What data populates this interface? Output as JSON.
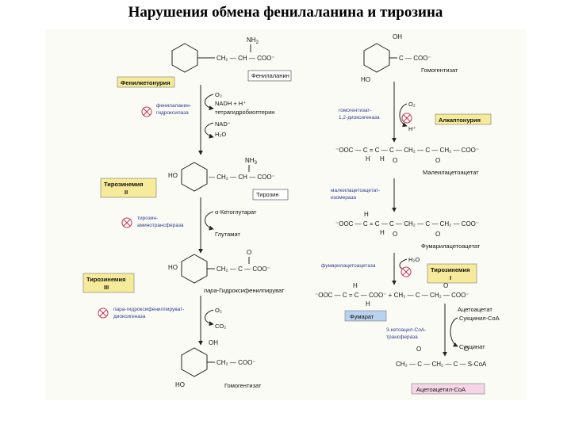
{
  "title": "Нарушения обмена фенилаланина и тирозина",
  "colors": {
    "disease_box": "#f6eb9a",
    "fumarate_box": "#b9d2ef",
    "acetoacetyl_box": "#f6d6e6",
    "enzyme_text": "#2e3d8c",
    "block_symbol": "#c4314b"
  },
  "left": {
    "phe": {
      "nh": "NH",
      "nh_sub": "2",
      "chain": "CH₂ — CH — COO⁻",
      "name": "Фенилаланин"
    },
    "pku": {
      "disease": "Фенилкетонурия",
      "enzyme_1": "фенилаланин-",
      "enzyme_2": "гидроксилаза"
    },
    "step1": {
      "o2": "O₂",
      "nadh": "NADH + H⁺",
      "thb": "тетрагидробиоптерин",
      "nad": "NAD⁺",
      "h2o": "H₂O"
    },
    "tyr": {
      "nh": "NH",
      "nh_sub": "3",
      "chain": "— CH₂ — CH — COO⁻",
      "ho": "HO",
      "name": "Тирозин"
    },
    "tyr2": {
      "disease_1": "Тирозинемия",
      "disease_2": "II",
      "enzyme_1": "тирозин-",
      "enzyme_2": "аминотрансфераза"
    },
    "step2": {
      "akg": "α-Кетоглутарат",
      "glu": "Глутамат"
    },
    "hpp": {
      "ho": "HO",
      "chain": "CH₂ — C — COO⁻",
      "o": "O",
      "name_it": "пара",
      "name": "-Гидроксифенилпируват"
    },
    "tyr3": {
      "disease_1": "Тирозинемия",
      "disease_2": "III",
      "enzyme_1": "пара-гидроксифенилпируват-",
      "enzyme_2": "диоксигеназа"
    },
    "step3": {
      "o2": "O₂",
      "co2": "CO₂"
    },
    "hga": {
      "oh": "OH",
      "ho": "HO",
      "chain": "CH₂ — COO⁻",
      "name": "Гомогентизат"
    }
  },
  "right": {
    "hga": {
      "oh": "OH",
      "ho": "HO",
      "chain": "C — COO⁻",
      "name": "Гомогентизат"
    },
    "alk": {
      "enzyme_1": "гомогентизат-",
      "enzyme_2": "1,2-диоксигеназа",
      "o2": "O₂",
      "h": "H⁺",
      "disease": "Алкаптонурия"
    },
    "maa": {
      "formula": "⁻OOC — C = C — C — CH₂ — C — CH₂ — COO⁻",
      "h1": "H",
      "h2": "H",
      "o1": "O",
      "o2": "O",
      "name": "Малеилацетоацетат"
    },
    "iso": {
      "enzyme_1": "малеилацетоацетат-",
      "enzyme_2": "изомераза"
    },
    "faa": {
      "formula": "⁻OOC — C = C — C — CH₂ — C — CH₂ — COO⁻",
      "h1": "H",
      "h2": "H",
      "o1": "O",
      "o2": "O",
      "name": "Фумарилацетоацетат"
    },
    "fah": {
      "enzyme": "фумарилацетоацетаза",
      "h2o": "H₂O",
      "disease_1": "Тирозинемия",
      "disease_2": "I"
    },
    "prod": {
      "formula": "⁻OOC — C = C — COO⁻  +  CH₃ — C — CH₂ — COO⁻",
      "h1": "H",
      "h2": "H",
      "o": "O",
      "fumarate": "Фумарат",
      "acetoacetate": "Ацетоацетат"
    },
    "scoa": {
      "suc_coa": "Сукцинил-CoA",
      "enzyme_1": "3-кетоацил-CoA-",
      "enzyme_2": "трансфераза",
      "succinate": "Сукцинат"
    },
    "aacoa": {
      "formula": "CH₃ — C — CH₂ — C — S-CoA",
      "o1": "O",
      "o2": "O",
      "name": "Ацетоацетил-CoA"
    }
  }
}
